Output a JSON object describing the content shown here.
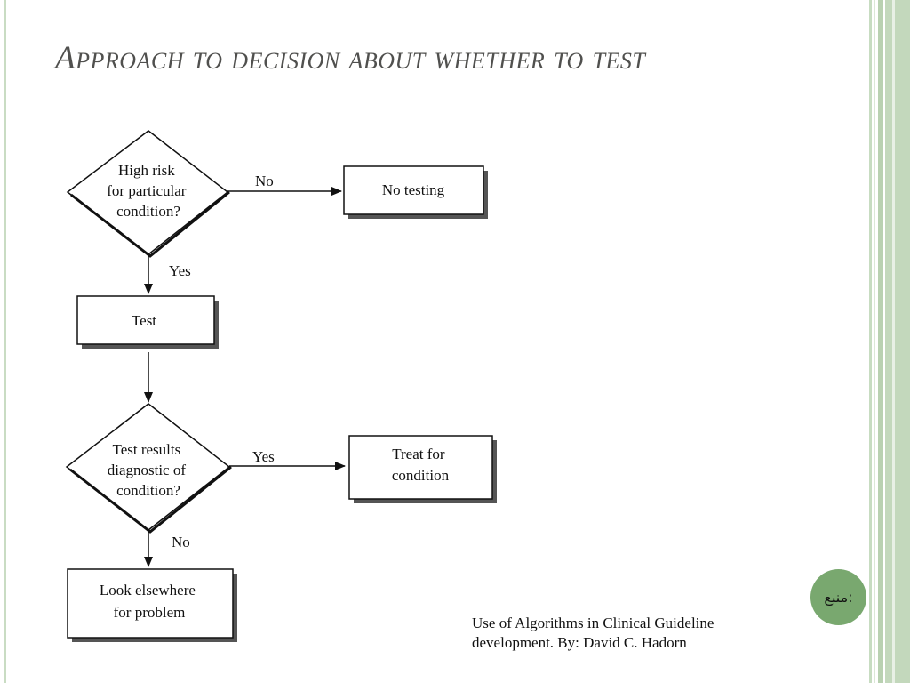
{
  "slide": {
    "title": "Approach to decision about whether to test",
    "badge_label": "منبع:",
    "source_line1": "Use of Algorithms in Clinical Guideline",
    "source_line2": "development. By: David C. Hadorn"
  },
  "diagram": {
    "nodes": {
      "high_risk": [
        "High risk",
        "for particular",
        "condition?"
      ],
      "no_testing": [
        "No testing"
      ],
      "test": [
        "Test"
      ],
      "results": [
        "Test results",
        "diagnostic of",
        "condition?"
      ],
      "treat": [
        "Treat for",
        "condition"
      ],
      "look": [
        "Look elsewhere",
        "for problem"
      ]
    },
    "edges": {
      "risk_no": "No",
      "risk_yes": "Yes",
      "results_yes": "Yes",
      "results_no": "No"
    }
  }
}
